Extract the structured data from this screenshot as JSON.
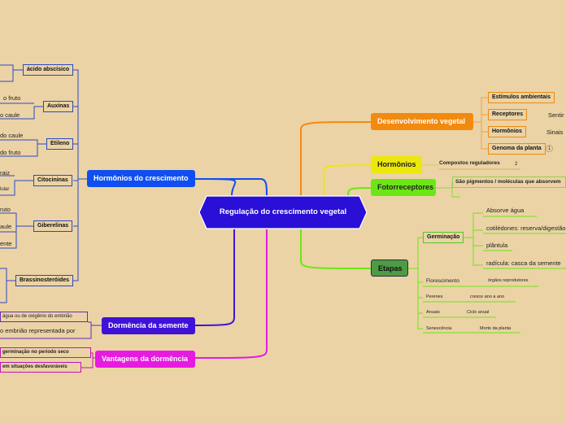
{
  "center": {
    "label": "Regulação do crescimento vegetal"
  },
  "left": {
    "hormonios": {
      "label": "Hormônios do crescimento"
    },
    "dormencia": {
      "label": "Dormência da semente"
    },
    "vantagens": {
      "label": "Vantagens da dormência"
    },
    "acido": {
      "label": "ácido abscísico"
    },
    "auxinas": {
      "label": "Auxinas",
      "leaves": [
        "o fruto",
        "o caule"
      ]
    },
    "etileno": {
      "label": "Etileno",
      "leaves": [
        "do caule",
        "do fruto"
      ]
    },
    "citocininas": {
      "label": "Citocininas",
      "leaves": [
        "raiz",
        "lular"
      ]
    },
    "giberelinas": {
      "label": "Giberelinas",
      "leaves": [
        "ruto",
        "aule",
        "ente"
      ]
    },
    "brassino": {
      "label": "Brassinosteróides"
    },
    "dorm_leaves": [
      "água ou de oxigênio do embrião",
      "o embrião representada por"
    ],
    "vant_leaves": [
      "germinação no período seco",
      "em situações desfavoráveis"
    ]
  },
  "right": {
    "desenvolvimento": {
      "label": "Desenvolvimento vegetal",
      "children": [
        {
          "label": "Estímulos ambientais",
          "extra": ""
        },
        {
          "label": "Receptores",
          "extra": "Sentir"
        },
        {
          "label": "Hormônios",
          "extra": "Sinais"
        },
        {
          "label": "Genoma da planta",
          "extra": "1"
        }
      ]
    },
    "hormonios": {
      "label": "Hormônios",
      "child": "Compostos reguladores",
      "badge": "2"
    },
    "fotorreceptores": {
      "label": "Fotorreceptores",
      "child": "São pigmentos  / moléculas que absorvem"
    },
    "etapas": {
      "label": "Etapas",
      "germinacao": {
        "label": "Germinação",
        "leaves": [
          "Absorve água",
          "cotilédones: reserva/digestão",
          "plântula",
          "radícula: casca da semente"
        ]
      },
      "rows": [
        {
          "label": "Florescimento",
          "detail": "órgãos reprodutores"
        },
        {
          "label": "Perenes",
          "detail": "cresce ano a ano"
        },
        {
          "label": "Anuais",
          "detail": "Ciclo anual"
        },
        {
          "label": "Senescência",
          "detail": "Morte da planta"
        }
      ]
    }
  },
  "colors": {
    "center": "#2a0fd6",
    "hormonios_left": "#0f4ef0",
    "dormencia": "#3f12d8",
    "vantagens": "#e61ae0",
    "desenvolvimento": "#f28a10",
    "hormonios_right": "#ece80a",
    "fotorreceptores": "#6ce617",
    "etapas": "#4f9a44"
  }
}
